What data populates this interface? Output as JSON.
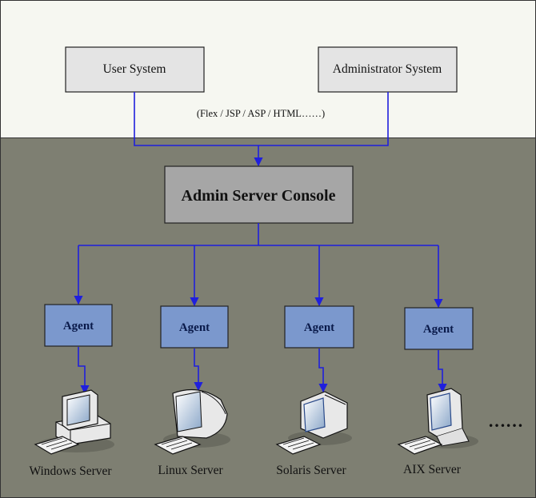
{
  "top_panel": {
    "user_system": "User System",
    "administrator_system": "Administrator System",
    "technologies": "(Flex / JSP / ASP / HTML……)"
  },
  "console": {
    "label": "Admin Server Console"
  },
  "agents": [
    "Agent",
    "Agent",
    "Agent",
    "Agent"
  ],
  "servers": [
    {
      "label": "Windows Server",
      "icon": "desktop-computer-icon"
    },
    {
      "label": "Linux Server",
      "icon": "imac-computer-icon"
    },
    {
      "label": "Solaris Server",
      "icon": "crt-computer-icon"
    },
    {
      "label": "AIX Server",
      "icon": "flat-monitor-computer-icon"
    }
  ],
  "more_indicator": "……",
  "colors": {
    "top_background": "#f6f7f1",
    "bottom_background": "#7e7f72",
    "system_box": "#e4e4e4",
    "console_box": "#a6a6a6",
    "agent_box": "#7b98cd",
    "connector": "#1f1fdd",
    "agent_text": "#0a1a4a"
  }
}
